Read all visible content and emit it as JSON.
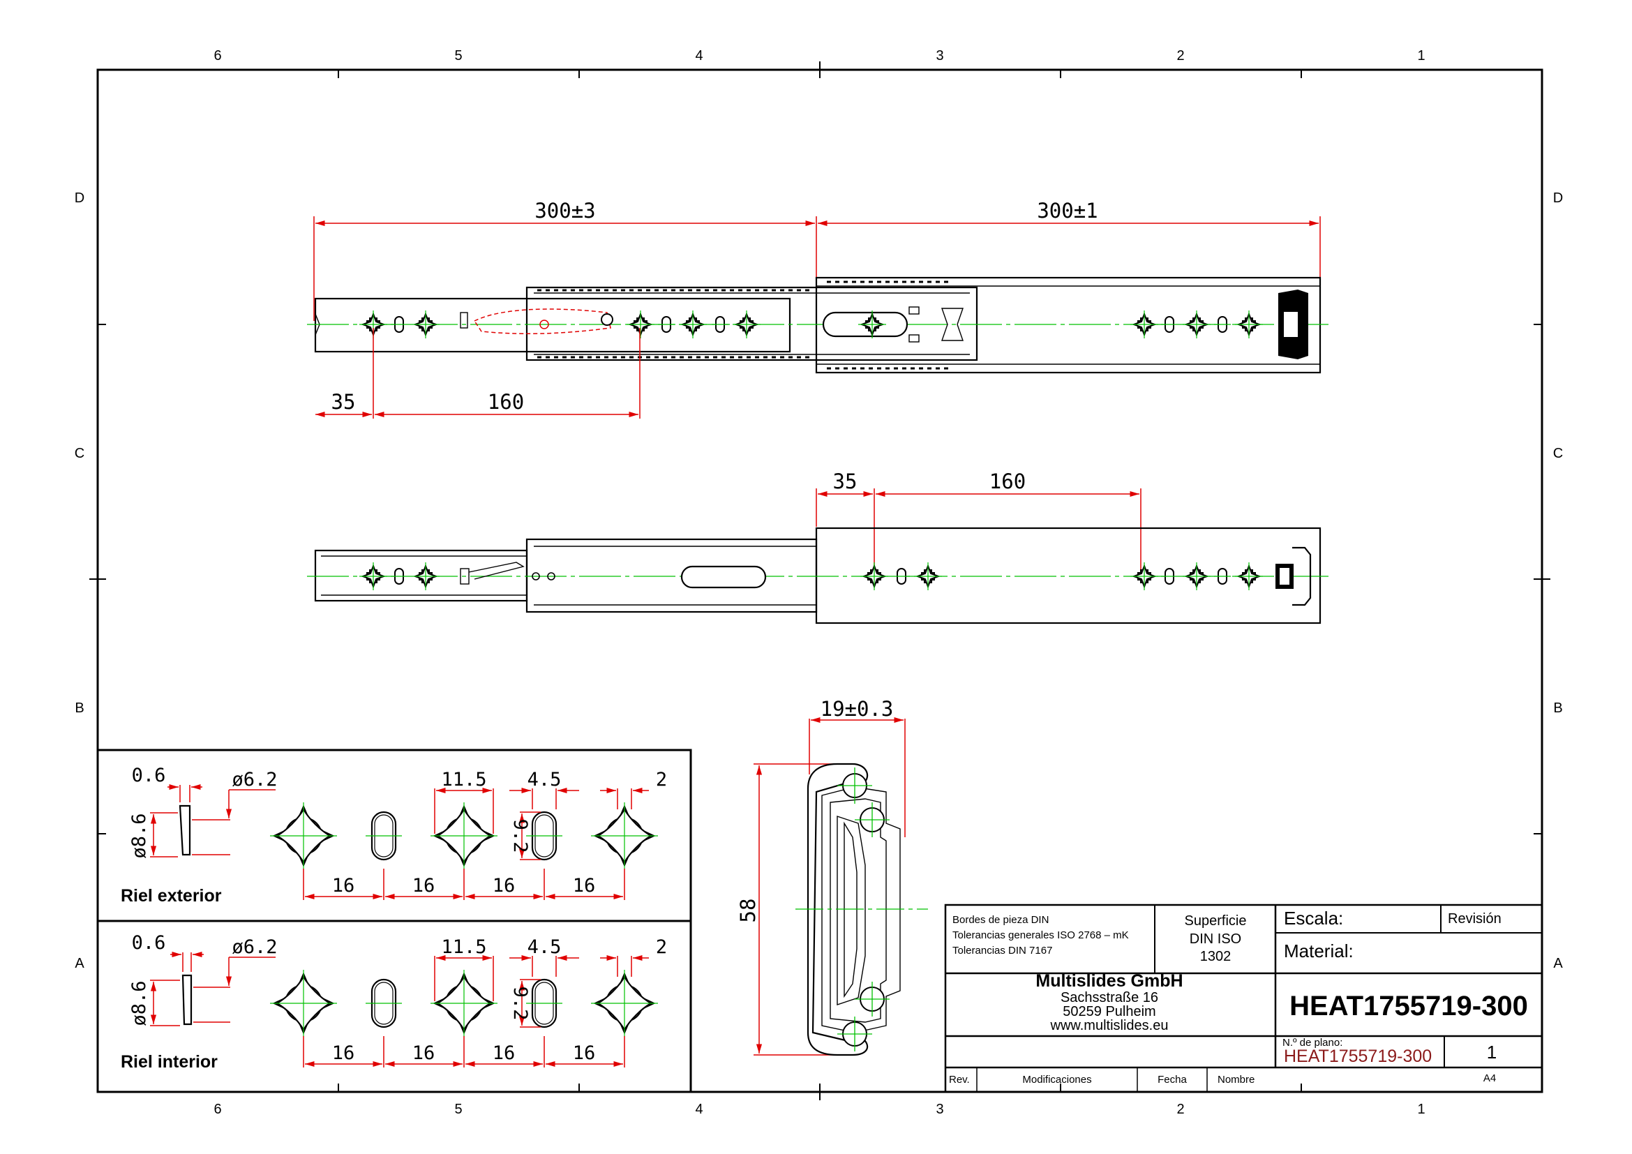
{
  "zones": {
    "columns": [
      "6",
      "5",
      "4",
      "3",
      "2",
      "1"
    ],
    "rows": [
      "D",
      "C",
      "B",
      "A"
    ]
  },
  "views": {
    "extended": {
      "dim_total_left": "300±3",
      "dim_total_right": "300±1",
      "dim_offset": "35",
      "dim_pitch": "160"
    },
    "retracted": {
      "dim_offset": "35",
      "dim_pitch": "160"
    },
    "section": {
      "dim_width": "19±0.3",
      "dim_height": "58"
    }
  },
  "details": {
    "outer": {
      "label": "Riel exterior",
      "d_thickness": "0.6",
      "d_hole": "ø6.2",
      "d_outer": "ø8.6",
      "d_slot_len": "11.5",
      "d_slot_w": "4.5",
      "d_slot_h": "9.2",
      "d_edge": "2",
      "pitches": [
        "16",
        "16",
        "16",
        "16"
      ]
    },
    "inner": {
      "label": "Riel interior",
      "d_thickness": "0.6",
      "d_hole": "ø6.2",
      "d_outer": "ø8.6",
      "d_slot_len": "11.5",
      "d_slot_w": "4.5",
      "d_slot_h": "9.2",
      "d_edge": "2",
      "pitches": [
        "16",
        "16",
        "16",
        "16"
      ]
    }
  },
  "title_block": {
    "notes": [
      "Bordes de pieza DIN",
      "Tolerancias generales ISO 2768 – mK",
      "Tolerancias DIN 7167"
    ],
    "surface_label": "Superficie",
    "surface_std": "DIN ISO",
    "surface_num": "1302",
    "scale_label": "Escala:",
    "revision_label": "Revisión",
    "material_label": "Material:",
    "company": "Multislides GmbH",
    "street": "Sachsstraße 16",
    "city": "50259 Pulheim",
    "web": "www.multislides.eu",
    "part_number": "HEAT1755719-300",
    "drawing_no_label": "N.º de plano:",
    "drawing_no": "HEAT1755719-300",
    "sheet": "1",
    "rev_label": "Rev.",
    "changes_label": "Modificaciones",
    "date_label": "Fecha",
    "name_label": "Nombre",
    "format": "A4"
  }
}
